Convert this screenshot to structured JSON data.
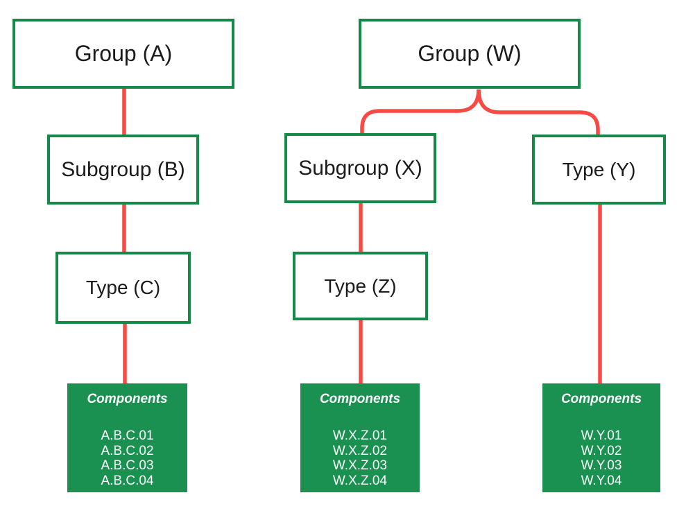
{
  "colors": {
    "border-green": "#168948",
    "fill-green": "#1A9150",
    "red": "#F74A45",
    "text": "#1B1B1B",
    "box-bg": "#FFFFFF",
    "comp-text": "#FFFFFF"
  },
  "left_tree": {
    "group": "Group (A)",
    "subgroup": "Subgroup (B)",
    "type": "Type (C)",
    "components": {
      "title": "Components",
      "items": [
        "A.B.C.01",
        "A.B.C.02",
        "A.B.C.03",
        "A.B.C.04"
      ]
    }
  },
  "right_tree": {
    "group": "Group (W)",
    "subgroup_branch": {
      "subgroup": "Subgroup (X)",
      "type": "Type (Z)",
      "components": {
        "title": "Components",
        "items": [
          "W.X.Z.01",
          "W.X.Z.02",
          "W.X.Z.03",
          "W.X.Z.04"
        ]
      }
    },
    "type_branch": {
      "type": "Type (Y)",
      "components": {
        "title": "Components",
        "items": [
          "W.Y.01",
          "W.Y.02",
          "W.Y.03",
          "W.Y.04"
        ]
      }
    }
  }
}
